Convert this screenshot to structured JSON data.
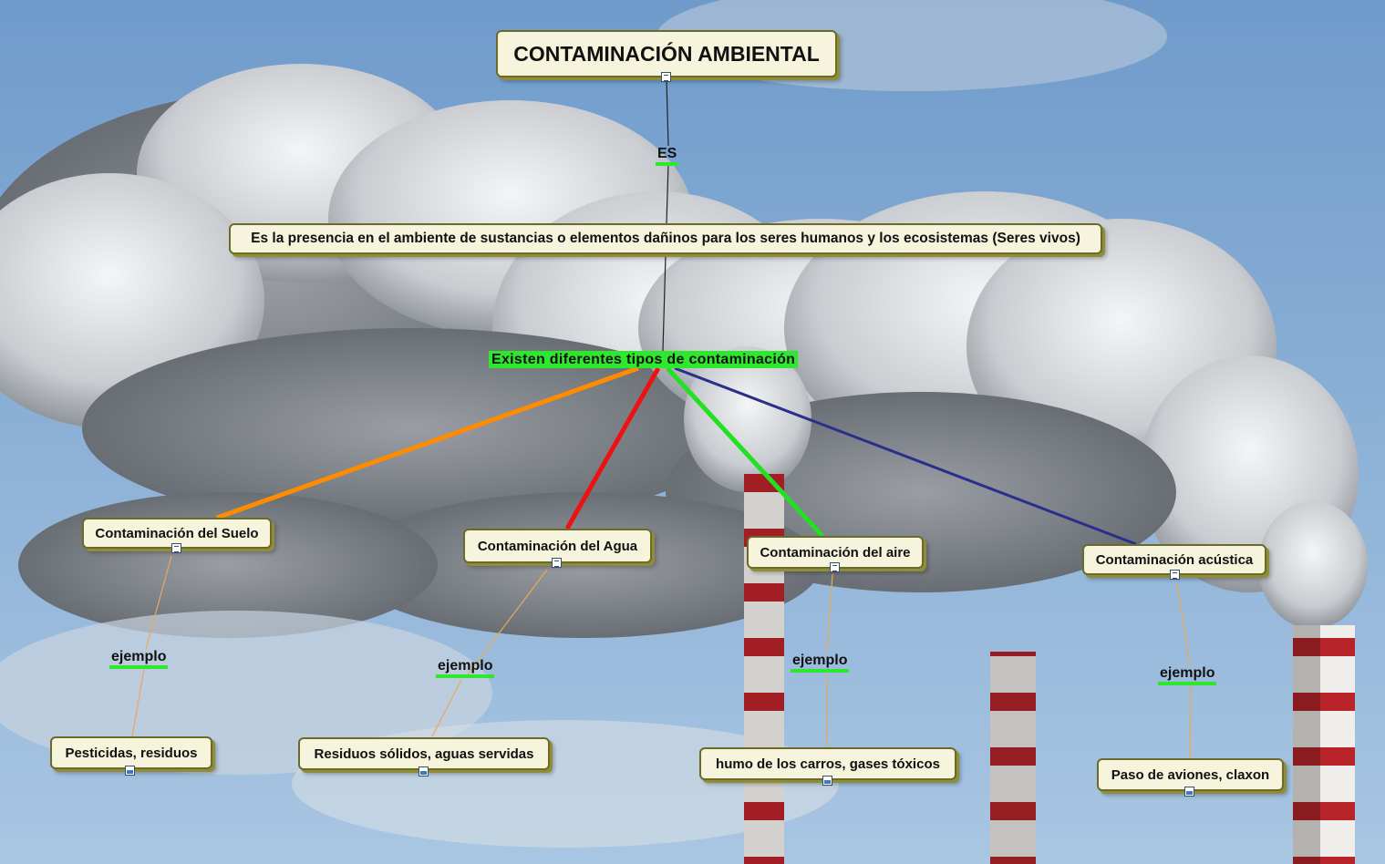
{
  "diagram": {
    "title": "CONTAMINACIÓN AMBIENTAL",
    "link_is": "ES",
    "definition": "Es la presencia en el ambiente de sustancias o elementos dañinos para los seres humanos y los ecosistemas (Seres vivos)",
    "link_types": "Existen diferentes tipos de contaminación",
    "branches": [
      {
        "category": "Contaminación del Suelo",
        "link": "ejemplo",
        "example": "Pesticidas, residuos",
        "color": "#ff8c00"
      },
      {
        "category": "Contaminación del Agua",
        "link": "ejemplo",
        "example": "Residuos sólidos, aguas servidas",
        "color": "#ee1111"
      },
      {
        "category": "Contaminación del aire",
        "link": "ejemplo",
        "example": "humo de los carros, gases tóxicos",
        "color": "#22e022"
      },
      {
        "category": "Contaminación acústica",
        "link": "ejemplo",
        "example": "Paso de aviones, claxon",
        "color": "#2a2f8a"
      }
    ],
    "thin_link_color": "#e8a85a"
  },
  "background": {
    "sky": "#7aa3cf",
    "cloud": "#eceef0",
    "chimney_red": "#b8242a"
  }
}
